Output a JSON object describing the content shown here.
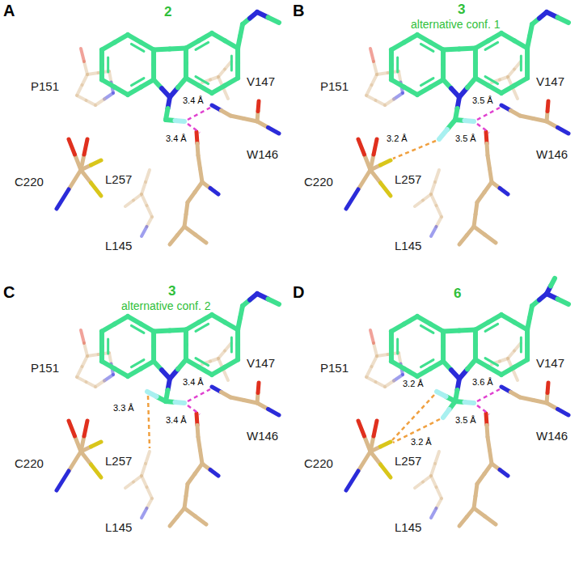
{
  "diagram": {
    "labels": [
      "A",
      "2",
      "P151",
      "V147",
      "3.4 Å",
      "3.4 Å",
      "W146",
      "C220",
      "L257",
      "L145",
      "B",
      "3",
      "alternative conf. 1",
      "P151",
      "V147",
      "3.5 Å",
      "3.2 Å",
      "3.5 Å",
      "W146",
      "C220",
      "L257",
      "L145",
      "C",
      "3",
      "alternative conf. 2",
      "P151",
      "V147",
      "3.4 Å",
      "3.3 Å",
      "3.4 Å",
      "W146",
      "C220",
      "L257",
      "L145",
      "D",
      "6",
      "P151",
      "V147",
      "3.2 Å",
      "3.6 Å",
      "3.2 Å",
      "3.5 Å",
      "W146",
      "C220",
      "L257",
      "L145"
    ]
  }
}
